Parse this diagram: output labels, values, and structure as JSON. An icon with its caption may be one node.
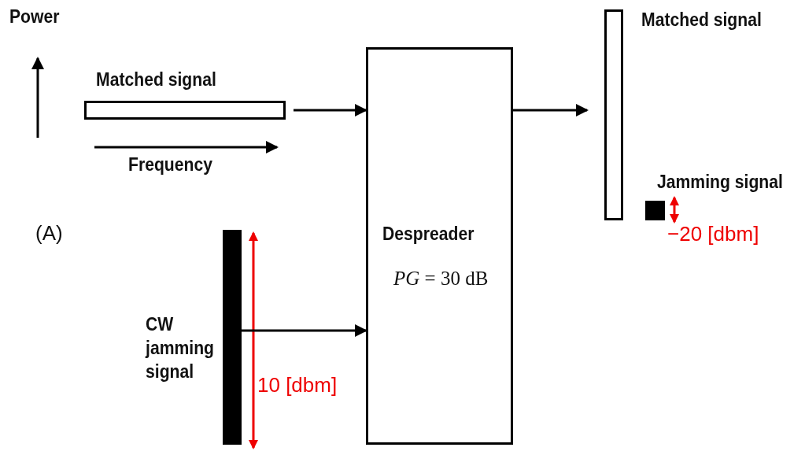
{
  "diagram": {
    "nodes": [
      {
        "text": [
          "Matched signal"
        ]
      },
      {
        "text": [
          "CW jamming signal"
        ]
      },
      {
        "text": [
          "Despreader",
          "*PG* = 30 dB"
        ]
      },
      {
        "text": [
          "Matched signal"
        ]
      },
      {
        "text": [
          "Jamming signal"
        ]
      }
    ],
    "edges": [
      {
        "from": 0,
        "to": 2,
        "arrow": "to"
      },
      {
        "from": 1,
        "to": 2,
        "arrow": "to"
      },
      {
        "from": 2,
        "to": 3,
        "arrow": "to"
      }
    ],
    "labels": [
      "Power",
      "Frequency",
      "(A)",
      "10 [dbm]",
      "−20 [dbm]"
    ]
  }
}
